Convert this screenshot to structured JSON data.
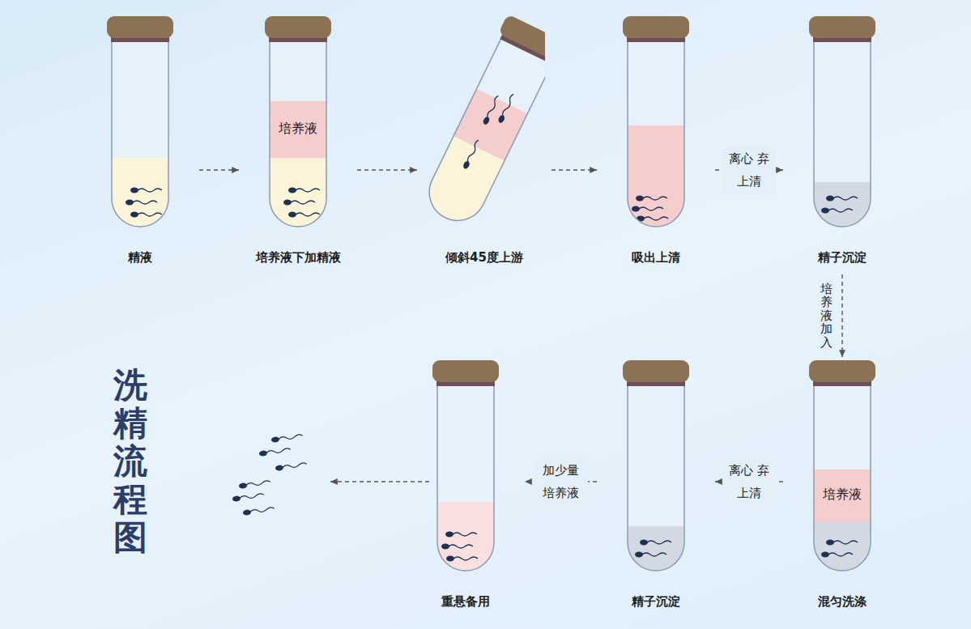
{
  "diagram": {
    "title": "洗精流程图",
    "nodes": [
      {
        "text": [
          "精液"
        ]
      },
      {
        "text": [
          "培养液",
          "培养液下加精液"
        ]
      },
      {
        "text": [
          "倾斜45度上游"
        ]
      },
      {
        "text": [
          "吸出上清"
        ]
      },
      {
        "text": [
          "精子沉淀"
        ]
      },
      {
        "text": [
          "培养液",
          "混匀洗涤"
        ]
      },
      {
        "text": [
          "精子沉淀"
        ]
      },
      {
        "text": [
          "重悬备用"
        ]
      }
    ],
    "edges": [
      {
        "from": 0,
        "to": 1,
        "arrow": "to"
      },
      {
        "from": 1,
        "to": 2,
        "arrow": "to"
      },
      {
        "from": 2,
        "to": 3,
        "arrow": "to"
      },
      {
        "from": 3,
        "to": 4,
        "label": "离心 弃上清",
        "arrow": "to"
      },
      {
        "from": 4,
        "to": 5,
        "label": "培养液 加入",
        "arrow": "to"
      },
      {
        "from": 5,
        "to": 6,
        "label": "离心 弃上清",
        "arrow": "to"
      },
      {
        "from": 6,
        "to": 7,
        "label": "加少量 培养液",
        "arrow": "to"
      }
    ]
  }
}
